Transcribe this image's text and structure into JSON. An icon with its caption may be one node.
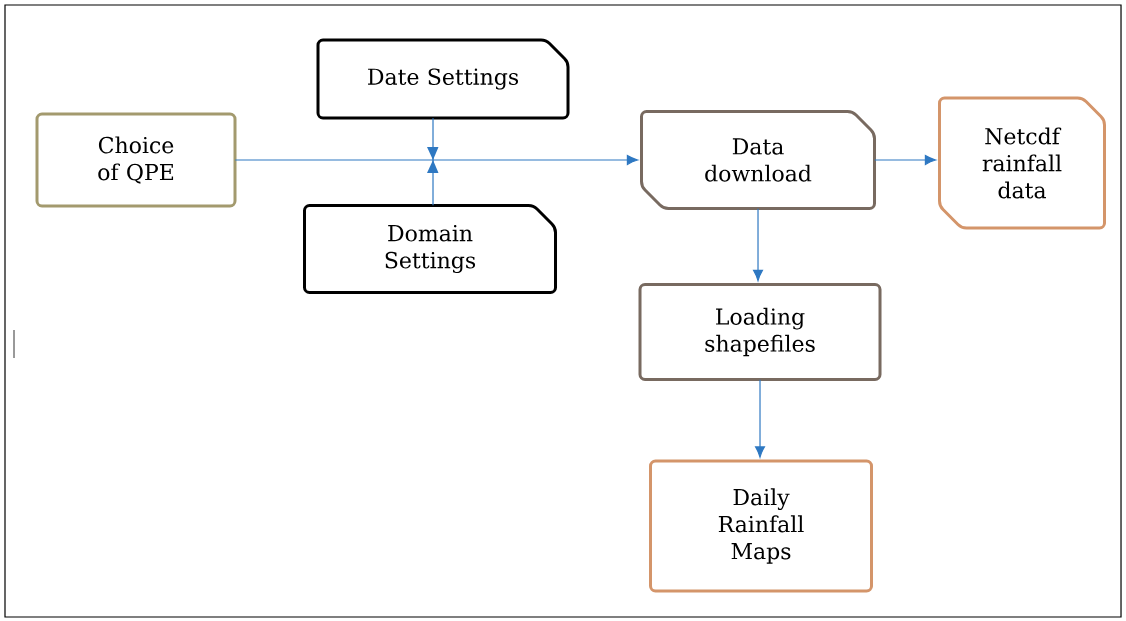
{
  "diagram": {
    "nodes": [
      {
        "text": [
          "Choice of QPE"
        ]
      },
      {
        "text": [
          "Date Settings"
        ]
      },
      {
        "text": [
          "Domain Settings"
        ]
      },
      {
        "text": [
          "Data download"
        ]
      },
      {
        "text": [
          "Netcdf rainfall data"
        ]
      },
      {
        "text": [
          "Loading shapefiles"
        ]
      },
      {
        "text": [
          "Daily Rainfall Maps"
        ]
      }
    ],
    "edges": [
      {
        "from": 0,
        "to": 3,
        "arrow": "to"
      },
      {
        "from": 1,
        "to": 3,
        "arrow": "to"
      },
      {
        "from": 2,
        "to": 3,
        "arrow": "to"
      },
      {
        "from": 3,
        "to": 4,
        "arrow": "to"
      },
      {
        "from": 3,
        "to": 5,
        "arrow": "to"
      },
      {
        "from": 5,
        "to": 6,
        "arrow": "to"
      }
    ]
  }
}
